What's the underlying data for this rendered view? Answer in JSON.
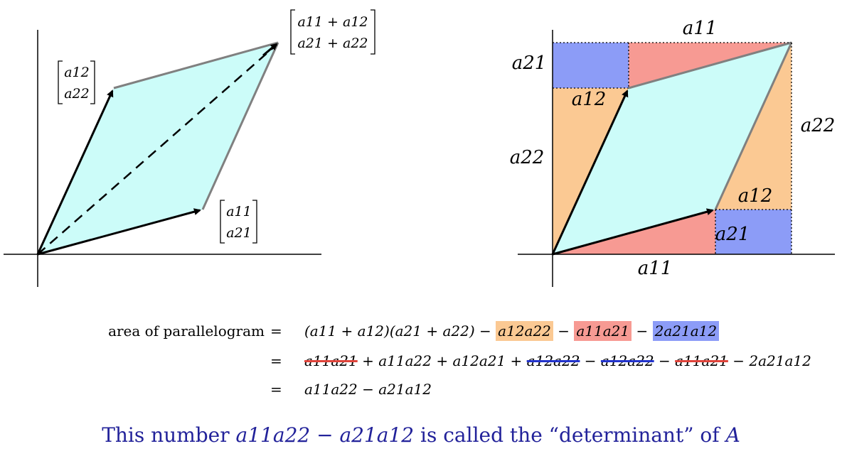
{
  "colors": {
    "parallelogram_fill": "#ccfcf9",
    "orange": "#fbc993",
    "red": "#f79a93",
    "blue": "#8c9cf7",
    "caption": "#22229a",
    "strike_red": "#e0443b",
    "strike_blue": "#2233cc"
  },
  "left_figure": {
    "vec_a1_top": "a11",
    "vec_a1_bottom": "a21",
    "vec_a2_top": "a12",
    "vec_a2_bottom": "a22",
    "sum_top": "a11 + a12",
    "sum_bottom": "a21 + a22"
  },
  "right_figure": {
    "top_label": "a11",
    "bottom_label": "a11",
    "left_upper_label": "a21",
    "left_lower_label": "a22",
    "right_upper_label": "a22",
    "inner_upper_label": "a12",
    "inner_lower_right_top": "a12",
    "inner_lower_right_box": "a21"
  },
  "equation": {
    "lhs": "area of parallelogram",
    "sign": "=",
    "line1": {
      "product": "(a11 + a12)(a21 + a22)",
      "minus": "−",
      "term_orange": "a12a22",
      "term_red": "a11a21",
      "term_blue": "2a21a12"
    },
    "line2": {
      "t1": "a11a21",
      "t2": "+ a11a22 + a12a21 +",
      "t3": "a12a22",
      "minus": "−",
      "t4": "a12a22",
      "t5": "a11a21",
      "t6": "− 2a21a12"
    },
    "line3": {
      "result": "a11a22 − a21a12"
    }
  },
  "caption": {
    "prefix": "This number",
    "expr": "a11a22 − a21a12",
    "middle": "is called the “determinant” of",
    "matrix": "A"
  }
}
